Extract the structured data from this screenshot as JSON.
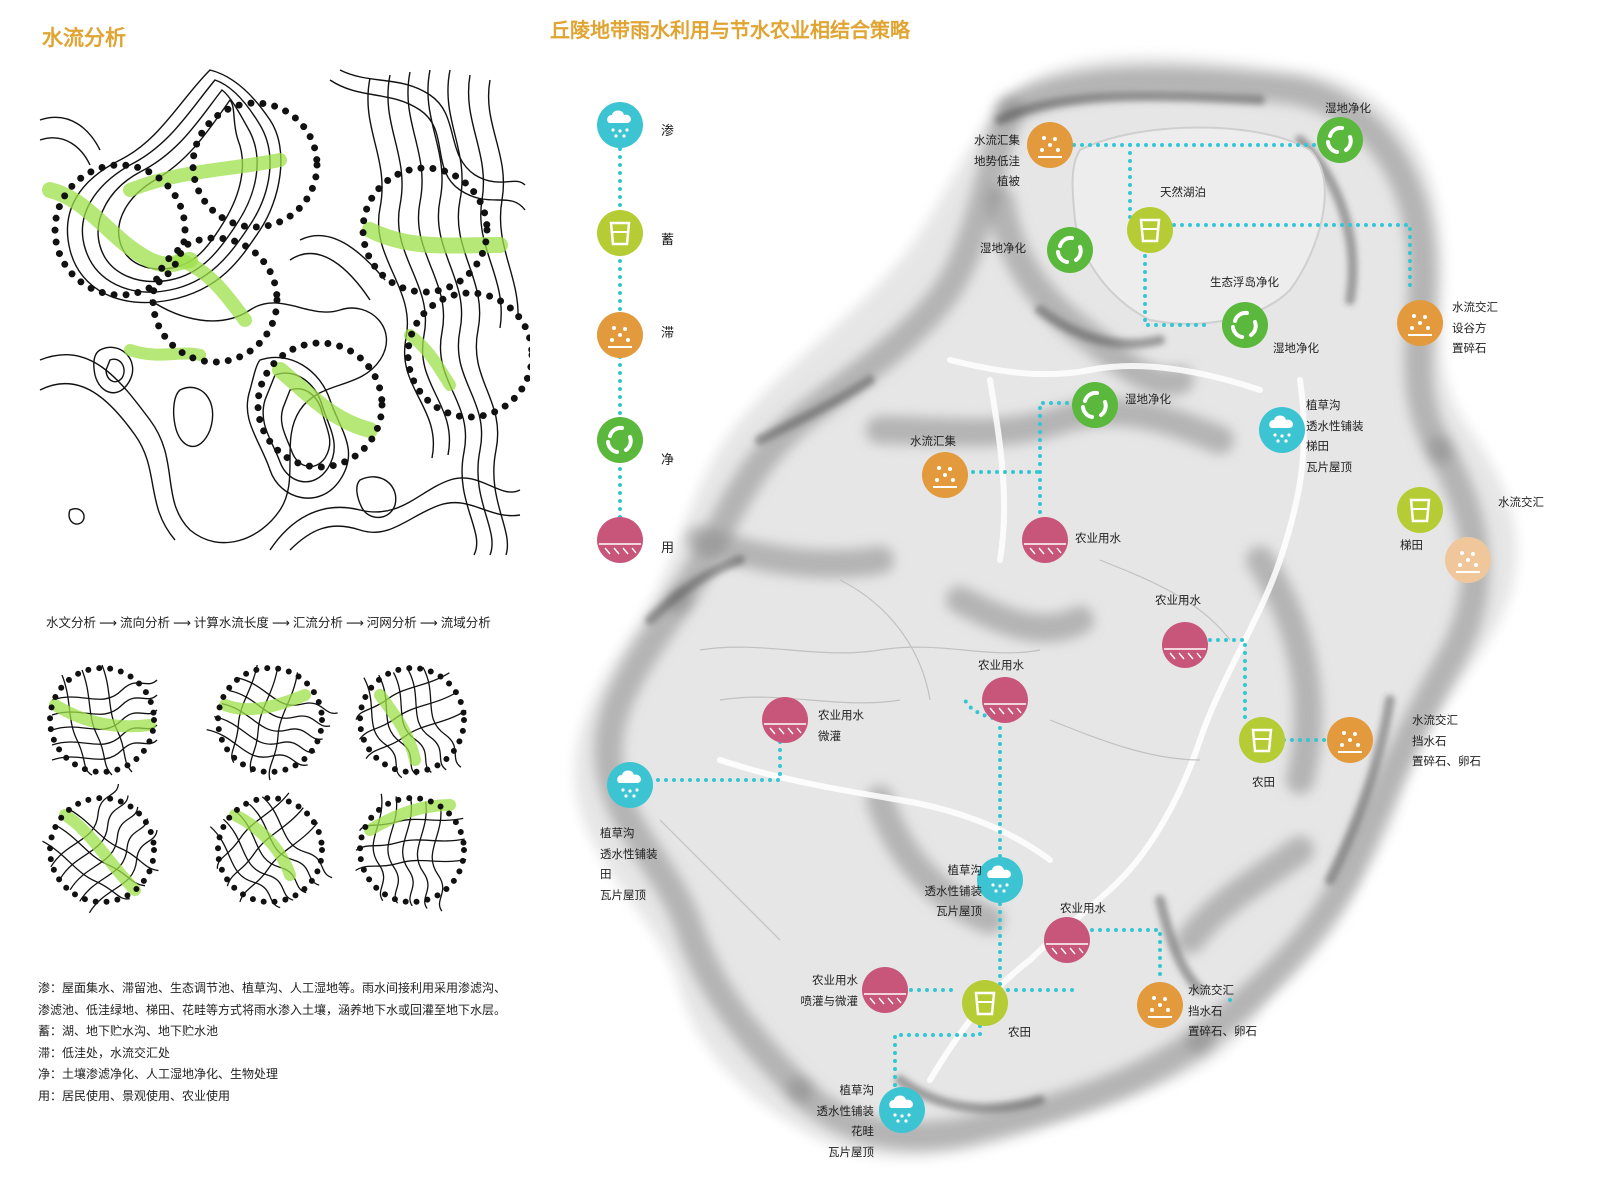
{
  "titles": {
    "left": "水流分析",
    "main": "丘陵地带雨水利用与节水农业相结合策略"
  },
  "flow_steps": [
    "水文分析",
    "流向分析",
    "计算水流长度",
    "汇流分析",
    "河网分析",
    "流域分析"
  ],
  "flow_arrow": "⟶",
  "description": [
    "渗：屋面集水、滞留池、生态调节池、植草沟、人工湿地等。雨水间接利用采用渗滤沟、",
    "渗滤池、低洼绿地、梯田、花畦等方式将雨水渗入土壤，涵养地下水或回灌至地下水层。",
    "蓄：湖、地下贮水沟、地下贮水池",
    "滞：低洼处，水流交汇处",
    "净：土壤渗滤净化、人工湿地净化、生物处理",
    "用：居民使用、景观使用、农业使用"
  ],
  "legend": [
    {
      "label": "渗",
      "type": "infiltrate",
      "color": "#3cc4d2"
    },
    {
      "label": "蓄",
      "type": "store",
      "color": "#b6cc34"
    },
    {
      "label": "滞",
      "type": "detain",
      "color": "#e29a3c"
    },
    {
      "label": "净",
      "type": "purify",
      "color": "#5ab83c"
    },
    {
      "label": "用",
      "type": "use",
      "color": "#c8557a"
    }
  ],
  "map_labels": {
    "l1": [
      "水流汇集",
      "地势低洼",
      "植被"
    ],
    "l2": [
      "湿地净化"
    ],
    "l3": [
      "天然湖泊"
    ],
    "l4": [
      "湿地净化"
    ],
    "l5": [
      "生态浮岛净化"
    ],
    "l6": [
      "湿地净化"
    ],
    "l7": [
      "水流交汇",
      "设谷方",
      "置碎石"
    ],
    "l8": [
      "湿地净化"
    ],
    "l9": [
      "水流汇集"
    ],
    "l10": [
      "植草沟",
      "透水性铺装",
      "梯田",
      "瓦片屋顶"
    ],
    "l11": [
      "农业用水"
    ],
    "l12": [
      "水流交汇"
    ],
    "l13": [
      "梯田"
    ],
    "l14": [
      "农业用水"
    ],
    "l15": [
      "农业用水"
    ],
    "l16": [
      "农业用水",
      "微灌"
    ],
    "l17": [
      "水流交汇",
      "挡水石",
      "置碎石、卵石"
    ],
    "l18": [
      "农田"
    ],
    "l19": [
      "植草沟",
      "透水性铺装",
      "田",
      "瓦片屋顶"
    ],
    "l20": [
      "植草沟",
      "透水性铺装",
      "瓦片屋顶"
    ],
    "l21": [
      "农业用水"
    ],
    "l22": [
      "农业用水",
      "喷灌与微灌"
    ],
    "l23": [
      "农田"
    ],
    "l24": [
      "水流交汇",
      "挡水石",
      "置碎石、卵石"
    ],
    "l25": [
      "植草沟",
      "透水性铺装",
      "花畦",
      "瓦片屋顶"
    ]
  }
}
